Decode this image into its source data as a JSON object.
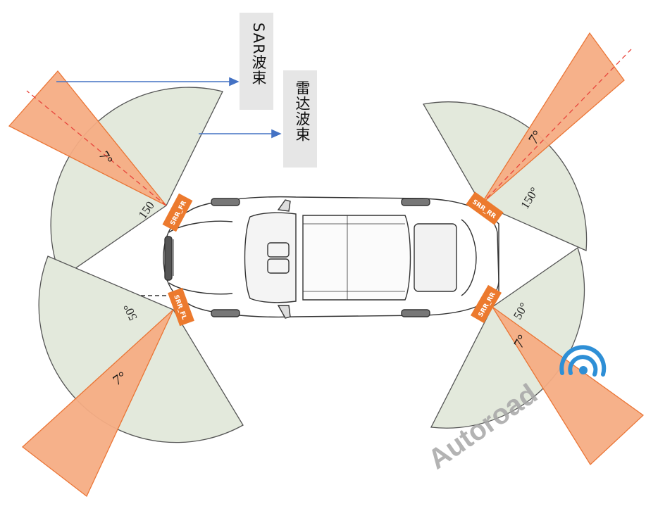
{
  "legend": {
    "sar_beam_label": "SAR波束",
    "radar_beam_label": "雷达波束"
  },
  "sensors": {
    "fl": {
      "tag": "SRR_FL",
      "fov_label": "50°",
      "beam_label": "7°"
    },
    "fr": {
      "tag": "SRR_FR",
      "fov_label": "150",
      "beam_label": "7°"
    },
    "rl": {
      "tag": "SRR_RR",
      "fov_label": "150°",
      "beam_label": "7°"
    },
    "rr": {
      "tag": "SRR_RR",
      "fov_label": "50°",
      "beam_label": "7°"
    }
  },
  "watermark": {
    "text": "Autoroad"
  },
  "colors": {
    "fov_fill": "#e3e9dc",
    "fov_stroke": "#555555",
    "beam_fill": "#f6ad84",
    "beam_stroke": "#ea6f2d",
    "tag_bg": "#ec7a2e",
    "arrow": "#4472c4",
    "label_box": "#e6e6e6",
    "watermark": "#9a9a9a",
    "logo": "#2e8fd6"
  }
}
